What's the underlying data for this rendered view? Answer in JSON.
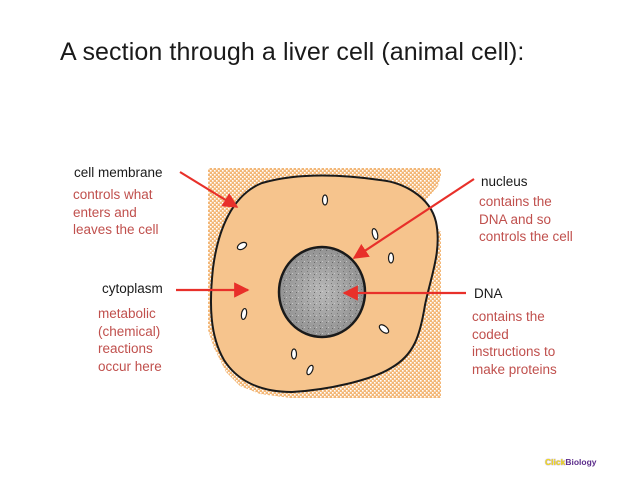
{
  "title": "A section through a liver cell (animal cell):",
  "labels": {
    "cell_membrane": {
      "name": "cell membrane",
      "desc": [
        "controls what",
        "enters and",
        "leaves the cell"
      ]
    },
    "cytoplasm": {
      "name": "cytoplasm",
      "desc": [
        "metabolic",
        "(chemical)",
        "reactions",
        "occur here"
      ]
    },
    "nucleus": {
      "name": "nucleus",
      "desc": [
        "contains the",
        "DNA and so",
        "controls the cell"
      ]
    },
    "dna": {
      "name": "DNA",
      "desc": [
        "contains the",
        "coded",
        "instructions to",
        "make proteins"
      ]
    }
  },
  "brand": {
    "part1": "Click",
    "part2": "Biology"
  },
  "colors": {
    "arrow": "#e8302a",
    "desc_text": "#c0504d",
    "cytoplasm_fill": "#f6c48d",
    "background_tile": "#f3b777",
    "nucleus_fill": "#a9a9a9",
    "brand_click": "#f5e11a",
    "brand_biology": "#5b2c8b"
  }
}
